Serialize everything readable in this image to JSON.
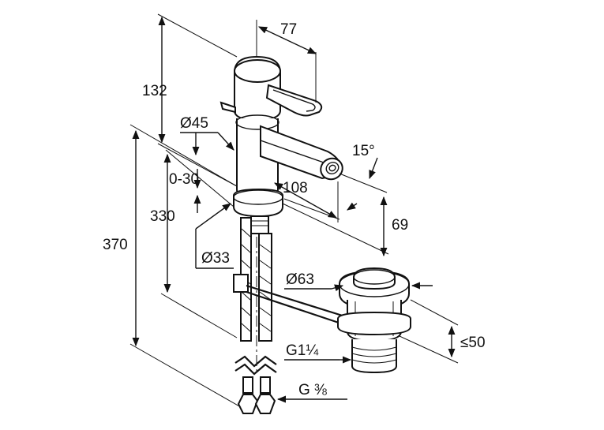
{
  "dimensions": {
    "d77": "77",
    "d132": "132",
    "d45": "Ø45",
    "d15deg": "15°",
    "d0_30": "0-30",
    "d108": "108",
    "d330": "330",
    "d69": "69",
    "d370": "370",
    "d33": "Ø33",
    "d63": "Ø63",
    "d50": "≤50",
    "g114": "G1¼",
    "g38": "G ⅜"
  }
}
